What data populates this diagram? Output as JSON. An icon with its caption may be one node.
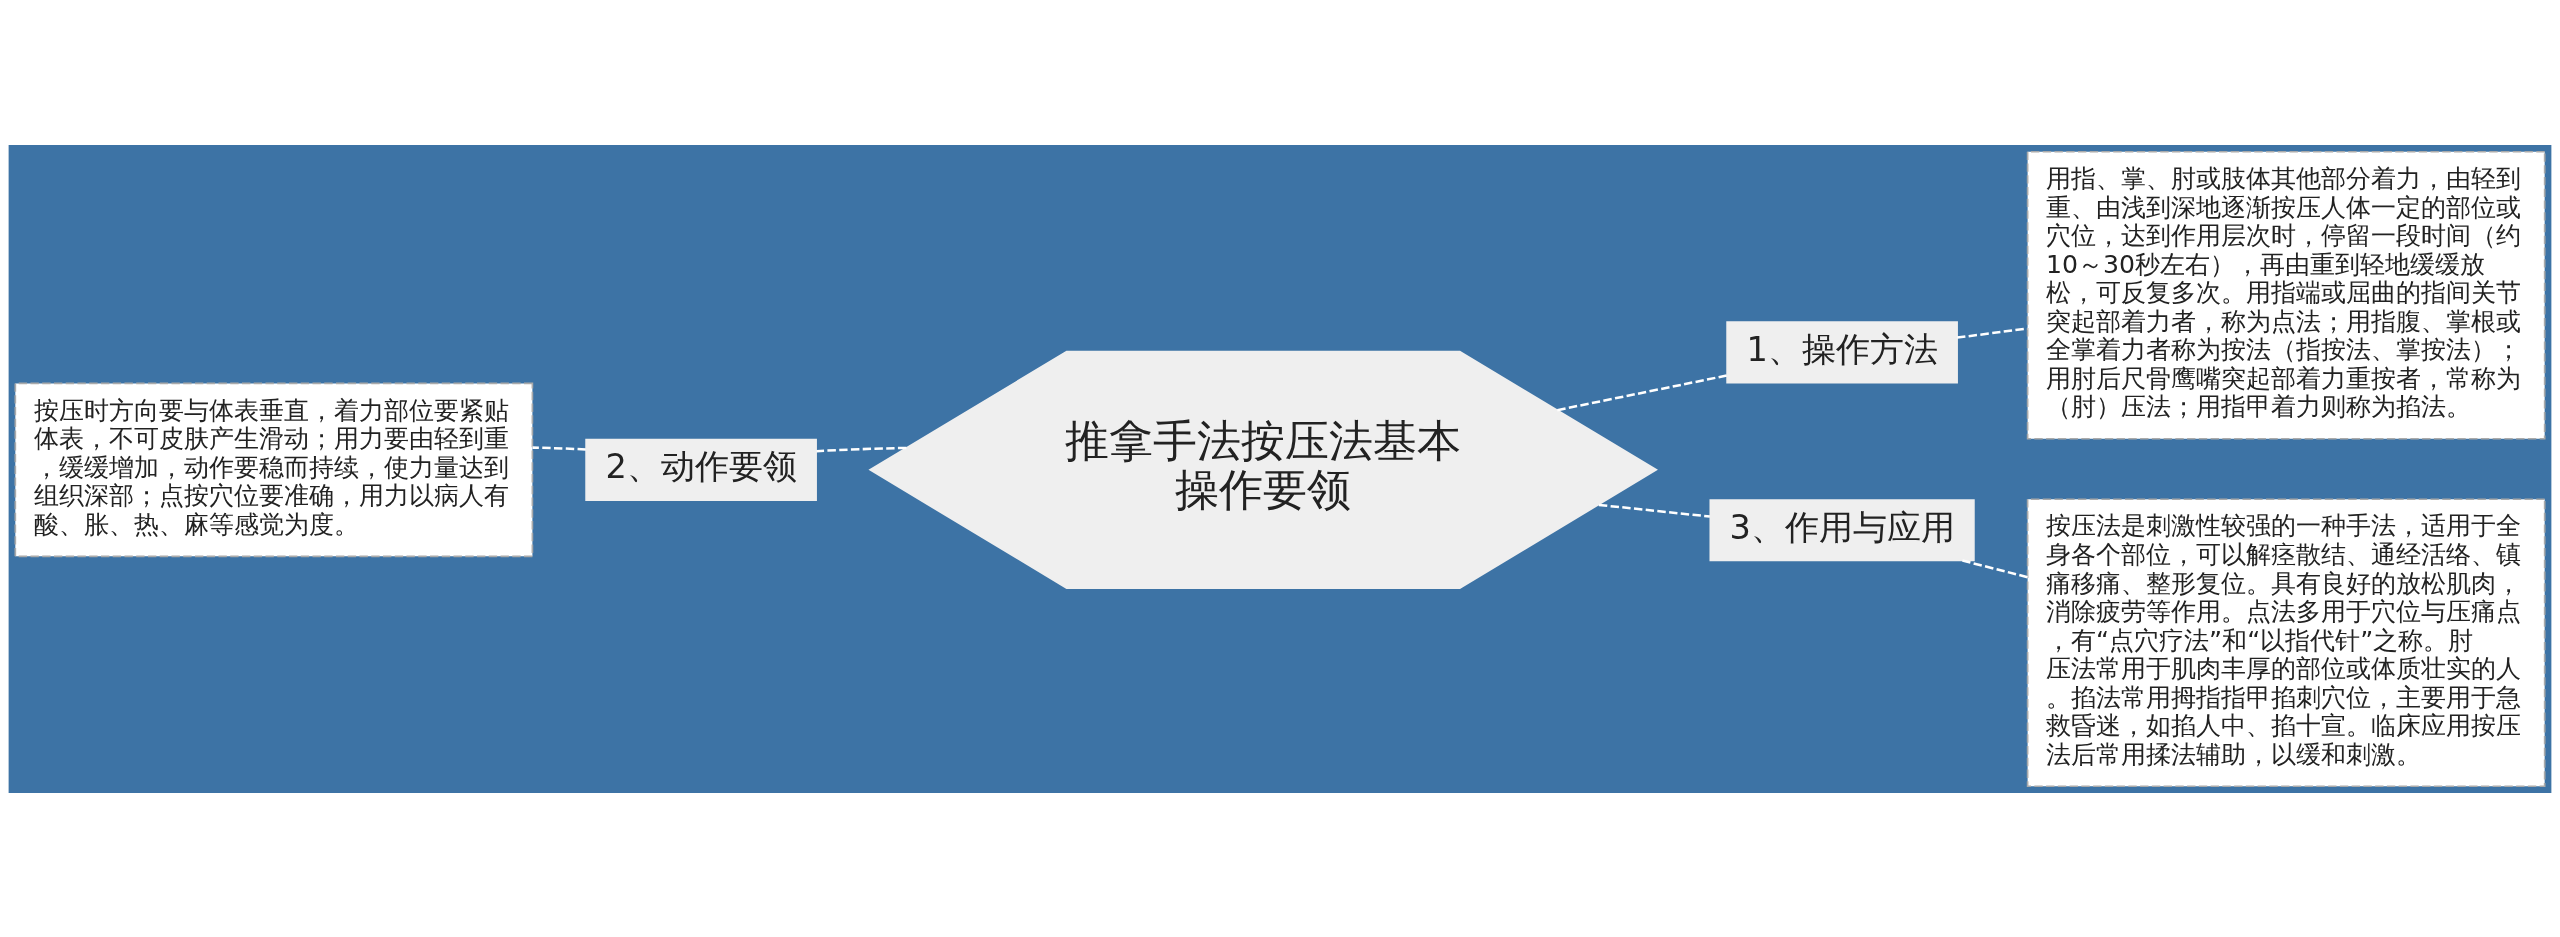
{
  "diagram": {
    "nodes": [
      {
        "text": [
          "推拿手法按压法基本操作要领"
        ]
      },
      {
        "text": [
          "1、操作方法"
        ]
      },
      {
        "text": [
          "用指、掌、肘或肢体其他部分着力，由轻到重、由浅到深地逐渐按压人体一定的部位或穴位，达到作用层次时，停留一段时间（约10～30秒左右），再由重到轻地缓缓放松，可反复多次。用指端或屈曲的指间关节突起部着力者，称为点法；用指腹、掌根或全掌着力者称为按法（指按法、掌按法）；用肘后尺骨鹰嘴突起部着力重按者，常称为（肘）压法；用指甲着力则称为掐法。"
        ]
      },
      {
        "text": [
          "2、动作要领"
        ]
      },
      {
        "text": [
          "按压时方向要与体表垂直，着力部位要紧贴体表，不可皮肤产生滑动；用力要由轻到重，缓缓增加，动作要稳而持续，使力量达到组织深部；点按穴位要准确，用力以病人有酸、胀、热、麻等感觉为度。"
        ]
      },
      {
        "text": [
          "3、作用与应用"
        ]
      },
      {
        "text": [
          "按压法是刺激性较强的一种手法，适用于全身各个部位，可以解痉散结、通经活络、镇痛移痛、整形复位。具有良好的放松肌肉，消除疲劳等作用。点法多用于穴位与压痛点，有“点穴疗法”和“以指代针”之称。肘压法常用于肌肉丰厚的部位或体质壮实的人。掐法常用拇指指甲掐刺穴位，主要用于急救昏迷，如掐人中、掐十宣。临床应用按压法后常用揉法辅助，以缓和刺激。"
        ]
      }
    ],
    "edges": [
      {
        "from": 0,
        "to": 1,
        "arrow": "none",
        "style": "dashed"
      },
      {
        "from": 1,
        "to": 2,
        "arrow": "none",
        "style": "dashed"
      },
      {
        "from": 0,
        "to": 3,
        "arrow": "none",
        "style": "dashed"
      },
      {
        "from": 3,
        "to": 4,
        "arrow": "none",
        "style": "dashed"
      },
      {
        "from": 0,
        "to": 5,
        "arrow": "none",
        "style": "dashed"
      },
      {
        "from": 5,
        "to": 6,
        "arrow": "none",
        "style": "dashed"
      }
    ]
  }
}
